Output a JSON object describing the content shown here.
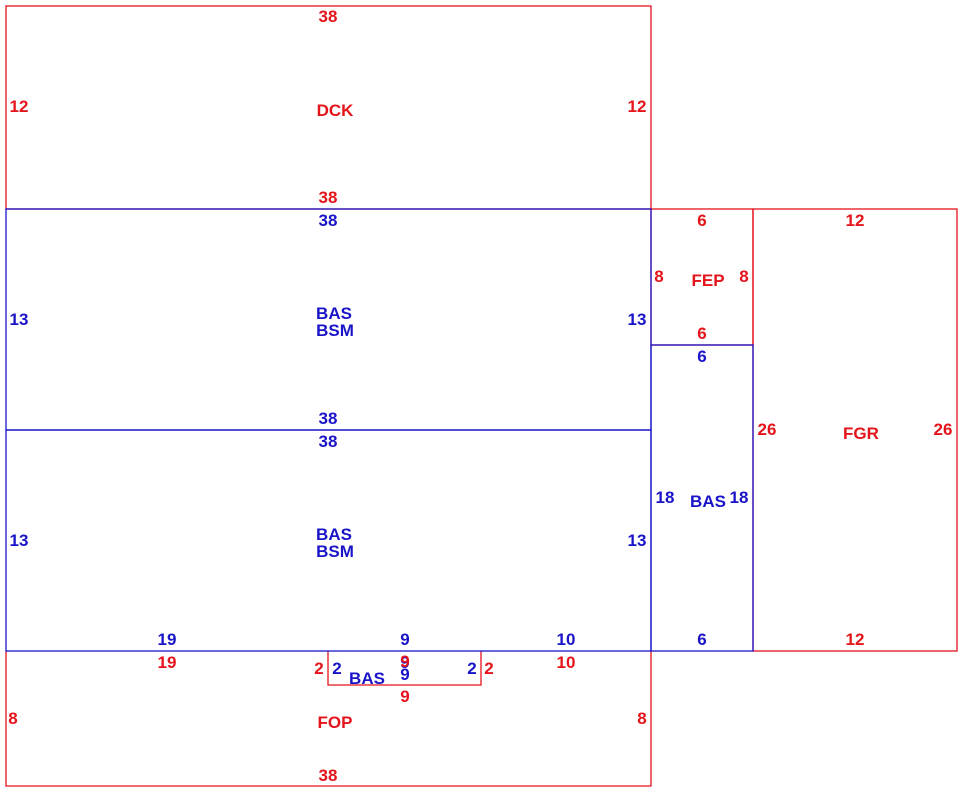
{
  "colors": {
    "red": "#e4141b",
    "blue": "#1a14c8",
    "background": "#ffffff"
  },
  "areas": {
    "dck": {
      "code": "DCK",
      "top": "38",
      "bottom": "38",
      "left": "12",
      "right": "12"
    },
    "bas_upper": {
      "code1": "BAS",
      "code2": "BSM",
      "top": "38",
      "bottom": "38",
      "left": "13",
      "right": "13"
    },
    "bas_lower": {
      "code1": "BAS",
      "code2": "BSM",
      "top": "38",
      "left": "13",
      "right": "13",
      "bottom_a": "19",
      "bottom_b": "9",
      "bottom_c": "10"
    },
    "fep": {
      "code": "FEP",
      "top": "6",
      "bottom": "6",
      "left": "8",
      "right": "8"
    },
    "bas_side": {
      "code": "BAS",
      "top": "6",
      "bottom": "6",
      "left": "18",
      "right": "18"
    },
    "fgr": {
      "code": "FGR",
      "top": "12",
      "bottom": "12",
      "left": "26",
      "right": "26"
    },
    "bas_small": {
      "code": "BAS",
      "top": "9",
      "bottom": "9",
      "left": "2",
      "right": "2"
    },
    "fop": {
      "code": "FOP",
      "top_a": "19",
      "top_b": "9",
      "top_c": "10",
      "bottom_notch": "9",
      "notch_left": "2",
      "notch_right": "2",
      "left": "8",
      "right": "8",
      "bottom": "38"
    }
  }
}
